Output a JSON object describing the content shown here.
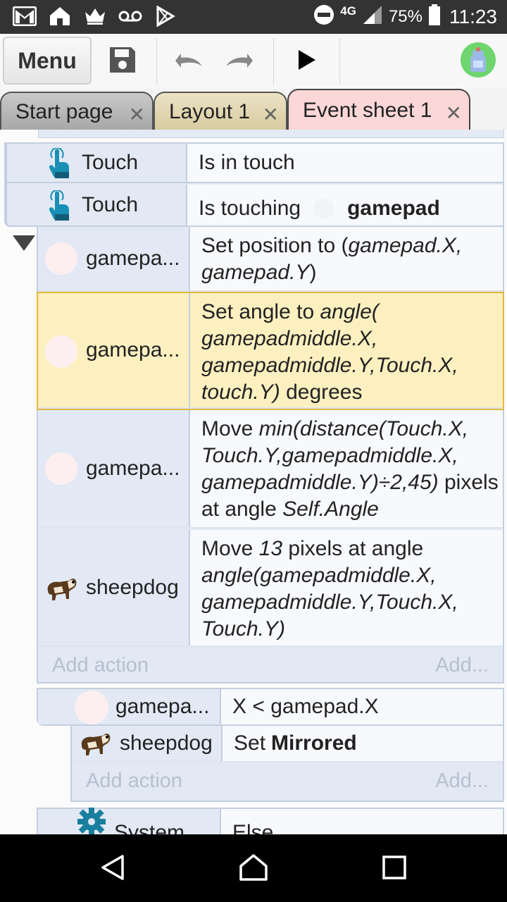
{
  "status_bar": {
    "network": "4G",
    "battery": "75%",
    "time": "11:23",
    "icons": [
      "gmail-icon",
      "home-icon",
      "crown-icon",
      "voicemail-icon",
      "play-store-icon",
      "dnd-icon",
      "signal-icon",
      "battery-icon"
    ]
  },
  "toolbar": {
    "menu_label": "Menu",
    "icons": [
      "save-icon",
      "undo-icon",
      "redo-icon",
      "play-icon",
      "avatar-icon"
    ]
  },
  "tabs": [
    {
      "label": "Start page",
      "active": false
    },
    {
      "label": "Layout 1",
      "active": false
    },
    {
      "label": "Event sheet 1",
      "active": true
    }
  ],
  "conditions": [
    {
      "object": "Touch",
      "text": "Is in touch"
    },
    {
      "object": "Touch",
      "text_prefix": "Is touching",
      "text_bold": "gamepad"
    }
  ],
  "actions": [
    {
      "object": "gamepa...",
      "text_a": "Set position to (",
      "text_b": "gamepad.X, gamepad.Y",
      "text_c": ")"
    },
    {
      "object": "gamepa...",
      "text_a": "Set angle to ",
      "text_b": "angle( gamepadmiddle.X, gamepadmiddle.Y,Touch.X, touch.Y)",
      "text_c": " degrees"
    },
    {
      "object": "gamepa...",
      "text_a": "Move ",
      "text_b": "min(distance(Touch.X, Touch.Y,gamepadmiddle.X, gamepadmiddle.Y)÷2,45)",
      "text_c": " pixels at angle ",
      "text_d": "Self.Angle"
    },
    {
      "object": "sheepdog",
      "text_a": "Move ",
      "text_b": "13",
      "text_c": " pixels at angle ",
      "text_d": "angle(gamepadmiddle.X, gamepadmiddle.Y,Touch.X, Touch.Y)"
    }
  ],
  "add_action": {
    "label": "Add action",
    "short": "Add..."
  },
  "sub_event": {
    "condition": {
      "object": "gamepa...",
      "text": "X < gamepad.X"
    },
    "action": {
      "object": "sheepdog",
      "text_prefix": "Set ",
      "text_bold": "Mirrored"
    }
  },
  "system_event": {
    "object": "System",
    "text": "Else"
  },
  "colors": {
    "selected_row": "#fdf0c0",
    "block_bg": "#e2e9f4",
    "tab_active": "#fbd7d7"
  }
}
